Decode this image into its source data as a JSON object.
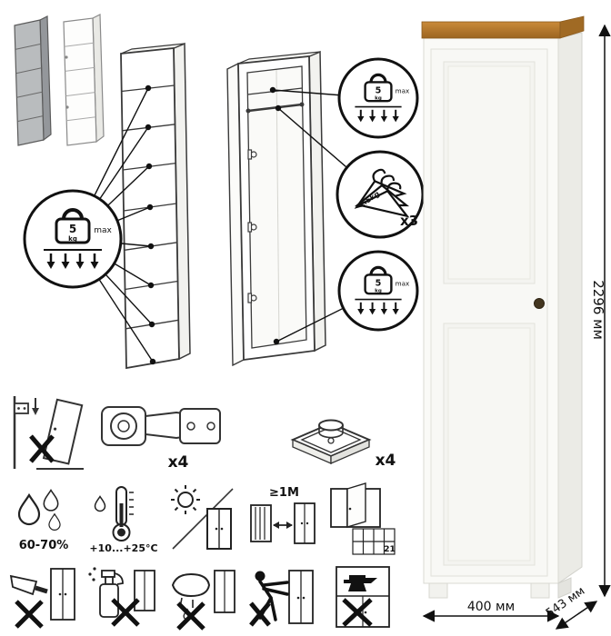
{
  "colors": {
    "outline": "#3a3a3a",
    "wood": "#b97c2f",
    "wood_dark": "#96611f",
    "body_white": "#fafaf7",
    "side_shade": "#ebebe6",
    "knob": "#43361f"
  },
  "shelf_load": {
    "value": "5",
    "unit": "kg",
    "max": "max"
  },
  "interior": {
    "top": {
      "value": "5",
      "unit": "kg",
      "max": "max"
    },
    "hangers": {
      "load": "1.5kg",
      "count": "x3"
    },
    "bottom": {
      "value": "5",
      "unit": "kg",
      "max": "max"
    }
  },
  "hardware": {
    "hinge_count": "x4",
    "foot_count": "x4"
  },
  "care": {
    "humidity": "60-70%",
    "temperature": "+10...+25°C",
    "distance": "≥1M",
    "window_cell": "21"
  },
  "dimensions": {
    "height": "2296 мм",
    "width": "400 мм",
    "depth": "543 мм"
  }
}
